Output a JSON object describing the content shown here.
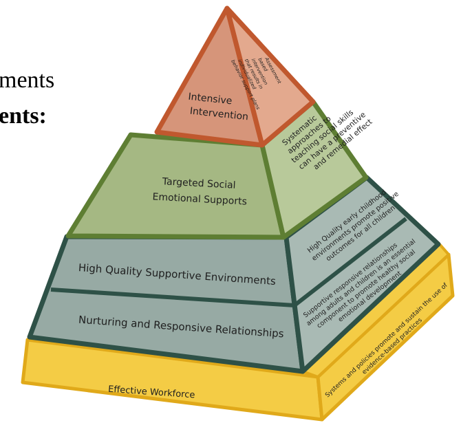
{
  "background_text": {
    "line1": "ments",
    "line2": "ents:"
  },
  "pyramid": {
    "tiers": [
      {
        "id": "top",
        "front_lines": [
          "Intensive",
          "Intervention"
        ],
        "side_lines": [
          "Assessment",
          "based",
          "intervention",
          "that results in",
          "individualized",
          "behavior support plans"
        ],
        "front_color": "#d6957a",
        "side_color": "#e3a98e",
        "border_color": "#c0582e"
      },
      {
        "id": "second",
        "front_lines": [
          "Targeted Social",
          "Emotional Supports"
        ],
        "side_lines": [
          "Systematic",
          "approaches to",
          "teaching social skills",
          "can have a preventive",
          "and remedial effect"
        ],
        "front_color": "#a5b883",
        "side_color": "#b8c99a",
        "border_color": "#5e7e33"
      },
      {
        "id": "third",
        "front_lines": [
          "High Quality Supportive Environments"
        ],
        "side_lines": [
          "High Quality early childhood",
          "environments promote positive",
          "outcomes for all children"
        ],
        "front_color": "#97aaa4",
        "side_color": "#a9bab4",
        "border_color": "#2e5147"
      },
      {
        "id": "fourth",
        "front_lines": [
          "Nurturing and Responsive Relationships"
        ],
        "side_lines": [
          "Supportive responsive relationships",
          "among adults and children is an essential",
          "component to promote healthy social",
          "emotional development"
        ],
        "front_color": "#97aaa4",
        "side_color": "#a9bab4",
        "border_color": "#2e5147"
      }
    ],
    "base": {
      "front_label": "Effective Workforce",
      "side_lines": [
        "Systems and policies promote and sustain the use of",
        "evidence-based practices"
      ],
      "color": "#f4cc45",
      "border_color": "#e0a91a"
    }
  }
}
